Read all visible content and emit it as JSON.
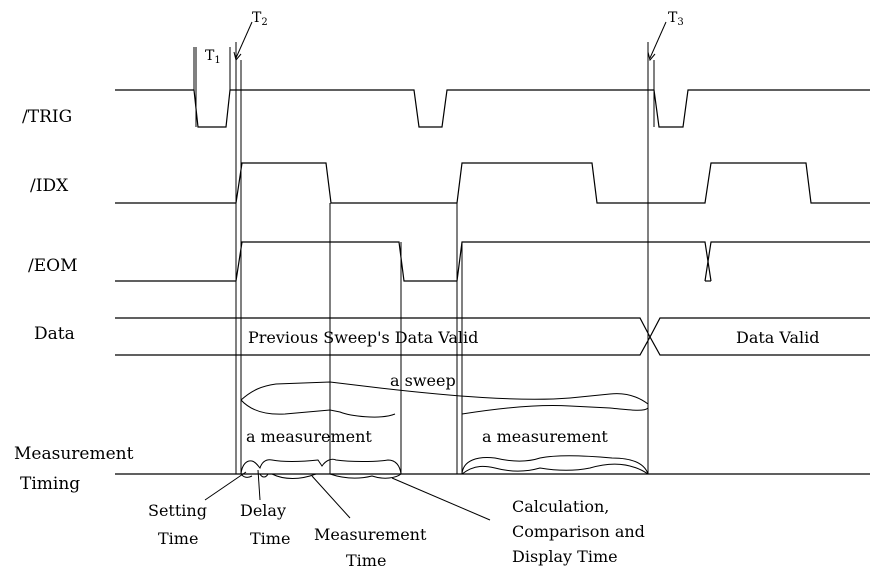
{
  "signals": {
    "trig": "/TRIG",
    "idx": "/IDX",
    "eom": "/EOM",
    "data": "Data",
    "timing_line1": "Measurement",
    "timing_line2": "Timing"
  },
  "markers": {
    "t1": {
      "letter": "T",
      "sub": "1"
    },
    "t2": {
      "letter": "T",
      "sub": "2"
    },
    "t3": {
      "letter": "T",
      "sub": "3"
    }
  },
  "data_bus": {
    "previous": "Previous Sweep's Data Valid",
    "valid": "Data Valid"
  },
  "sweep_label": "a sweep",
  "measurement_label_1": "a measurement",
  "measurement_label_2": "a measurement",
  "annotations": {
    "setting_l1": "Setting",
    "setting_l2": "Time",
    "delay_l1": "Delay",
    "delay_l2": "Time",
    "meas_l1": "Measurement",
    "meas_l2": "Time",
    "calc_l1": "Calculation,",
    "calc_l2": "Comparison and",
    "calc_l3": "Display Time"
  }
}
